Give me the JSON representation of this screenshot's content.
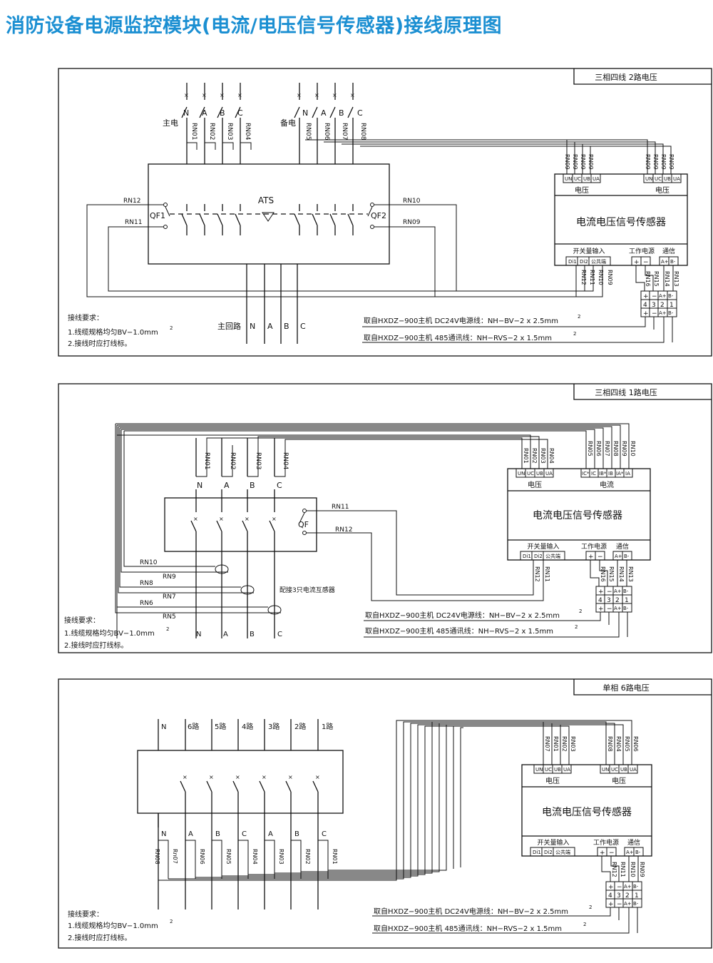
{
  "page_title": "消防设备电源监控模块(电流/电压信号传感器)接线原理图",
  "sensor_name": "电流电压信号传感器",
  "labels": {
    "voltage": "电压",
    "current": "电流",
    "switch_input": "开关量输入",
    "work_power": "工作电源",
    "comm": "通信",
    "di1": "Di1",
    "di2": "Di2",
    "common": "公共端",
    "a_plus": "A+",
    "b_minus": "B-",
    "plus": "+",
    "minus": "−",
    "req_title": "接线要求：",
    "req_1_prefix": "1.线缆规格均匀BV−1.0mm",
    "req_1_sup": "2",
    "req_2": "2.接线时应打线标。",
    "power_line_prefix": "取自HXDZ−900主机 DC24V电源线：NH−BV−2 x 2.5mm",
    "comm_line_prefix": "取自HXDZ−900主机  485通讯线：NH−RVS−2 x 1.5mm",
    "sup2": "2"
  },
  "diagram1": {
    "header": "三相四线 2路电压",
    "main_power": "主电",
    "backup_power": "备电",
    "ats": "ATS",
    "qf1": "QF1",
    "qf2": "QF2",
    "main_loop": "主回路",
    "phases": [
      "N",
      "A",
      "B",
      "C"
    ],
    "wires_main": [
      "RN01",
      "RN02",
      "RN03",
      "RN04"
    ],
    "wires_backup": [
      "RN05",
      "RN06",
      "RN07",
      "RN08"
    ],
    "rn12": "RN12",
    "rn11": "RN11",
    "rn10": "RN10",
    "rn09": "RN09",
    "term_v1": [
      "UN",
      "UC",
      "UB",
      "UA"
    ],
    "term_v2": [
      "UN",
      "UC",
      "UB",
      "UA"
    ],
    "top_wires_v1": [
      "RN09",
      "RN09",
      "RN09",
      "RN09"
    ],
    "top_wires_v2": [
      "RN09",
      "RN09",
      "RN09",
      "RN09"
    ],
    "bottom_wires_di": [
      "RN12",
      "RN11",
      "RN10",
      "RN09"
    ],
    "bottom_wires_pc": [
      "RN16",
      "RN15",
      "RN14",
      "RN13"
    ],
    "terminal_row_nums": [
      "4",
      "3",
      "2",
      "1"
    ]
  },
  "diagram2": {
    "header": "三相四线 1路电压",
    "qf": "QF",
    "phases": [
      "N",
      "A",
      "B",
      "C"
    ],
    "wires": [
      "RN01",
      "RN02",
      "RN03",
      "RN04"
    ],
    "rn11": "RN11",
    "rn12": "RN12",
    "ct_wires": [
      "RN10",
      "RN9",
      "RN8",
      "RN7",
      "RN6",
      "RN5"
    ],
    "ct_note": "配接3只电流互感器",
    "term_v": [
      "UN",
      "UC",
      "UB",
      "UA"
    ],
    "term_i": [
      "IC*",
      "IC",
      "IB*",
      "IB",
      "IA*",
      "IA"
    ],
    "top_wires_v": [
      "RN01",
      "RN02",
      "RN03",
      "RN04"
    ],
    "top_wires_i": [
      "RN05",
      "RN06",
      "RN07",
      "RN08",
      "RN09",
      "RN10"
    ],
    "bottom_wires_di": [
      "RN12",
      "RN11"
    ],
    "bottom_wires_pc": [
      "RN16",
      "RN15",
      "RN14",
      "RN13"
    ],
    "terminal_row_nums": [
      "4",
      "3",
      "2",
      "1"
    ]
  },
  "diagram3": {
    "header": "单相 6路电压",
    "top_labels": [
      "N",
      "6路",
      "5路",
      "4路",
      "3路",
      "2路",
      "1路"
    ],
    "bottom_labels": [
      "N",
      "A",
      "B",
      "C",
      "A",
      "B",
      "C"
    ],
    "wires": [
      "RN08",
      "Rn07",
      "RN06",
      "RN05",
      "RN04",
      "RN03",
      "RN02",
      "RN01"
    ],
    "term_v1": [
      "UN",
      "UC",
      "UB",
      "UA"
    ],
    "term_v2": [
      "UN",
      "UC",
      "UB",
      "UA"
    ],
    "top_wires_v1": [
      "RN07",
      "RN01",
      "RN02",
      "RN03"
    ],
    "top_wires_v2": [
      "RN08",
      "RN04",
      "RN05",
      "RN06"
    ],
    "bottom_wires_pc": [
      "RN12",
      "RN11",
      "RN10",
      "RN09"
    ],
    "terminal_row_nums": [
      "4",
      "3",
      "2",
      "1"
    ]
  }
}
